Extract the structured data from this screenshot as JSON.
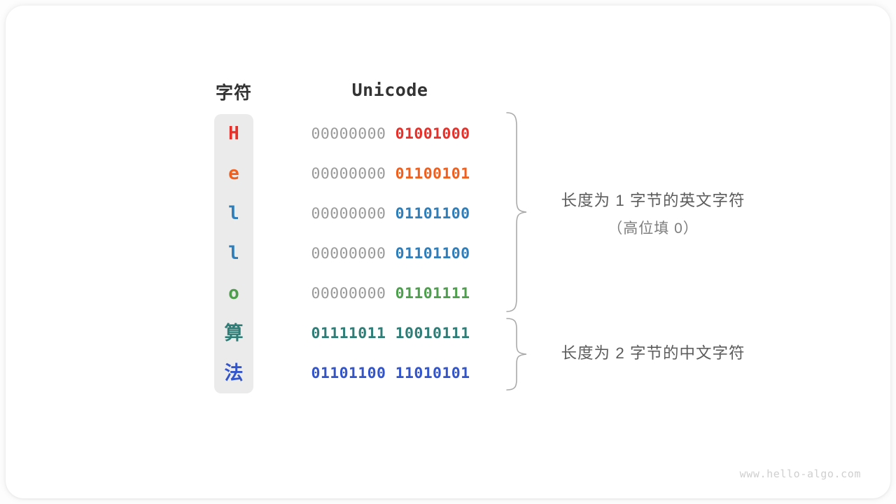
{
  "figure": {
    "title_char_column": "字符",
    "title_unicode_column": "Unicode",
    "watermark": "www.hello-algo.com",
    "card_background": "#ffffff",
    "char_column_background": "#ebebeb",
    "high_byte_color": "#9a9a9a",
    "note_color": "#5c5c5c",
    "brace_color": "#aaaaaa"
  },
  "rows": [
    {
      "char": "H",
      "color": "#e8302a",
      "high_byte": "00000000",
      "low_byte": "01001000",
      "is_cjk": false,
      "two_byte": false
    },
    {
      "char": "e",
      "color": "#f0601c",
      "high_byte": "00000000",
      "low_byte": "01100101",
      "is_cjk": false,
      "two_byte": false
    },
    {
      "char": "l",
      "color": "#2e7ebb",
      "high_byte": "00000000",
      "low_byte": "01101100",
      "is_cjk": false,
      "two_byte": false
    },
    {
      "char": "l",
      "color": "#2e7ebb",
      "high_byte": "00000000",
      "low_byte": "01101100",
      "is_cjk": false,
      "two_byte": false
    },
    {
      "char": "o",
      "color": "#4e9f4d",
      "high_byte": "00000000",
      "low_byte": "01101111",
      "is_cjk": false,
      "two_byte": false
    },
    {
      "char": "算",
      "color": "#2e7d77",
      "high_byte": "01111011",
      "low_byte": "10010111",
      "is_cjk": true,
      "two_byte": true
    },
    {
      "char": "法",
      "color": "#3355cc",
      "high_byte": "01101100",
      "low_byte": "11010101",
      "is_cjk": true,
      "two_byte": true
    }
  ],
  "annotations": [
    {
      "line1": "长度为 1 字节的英文字符",
      "line2": "（高位填 0）"
    },
    {
      "line1": "长度为 2 字节的中文字符",
      "line2": ""
    }
  ]
}
